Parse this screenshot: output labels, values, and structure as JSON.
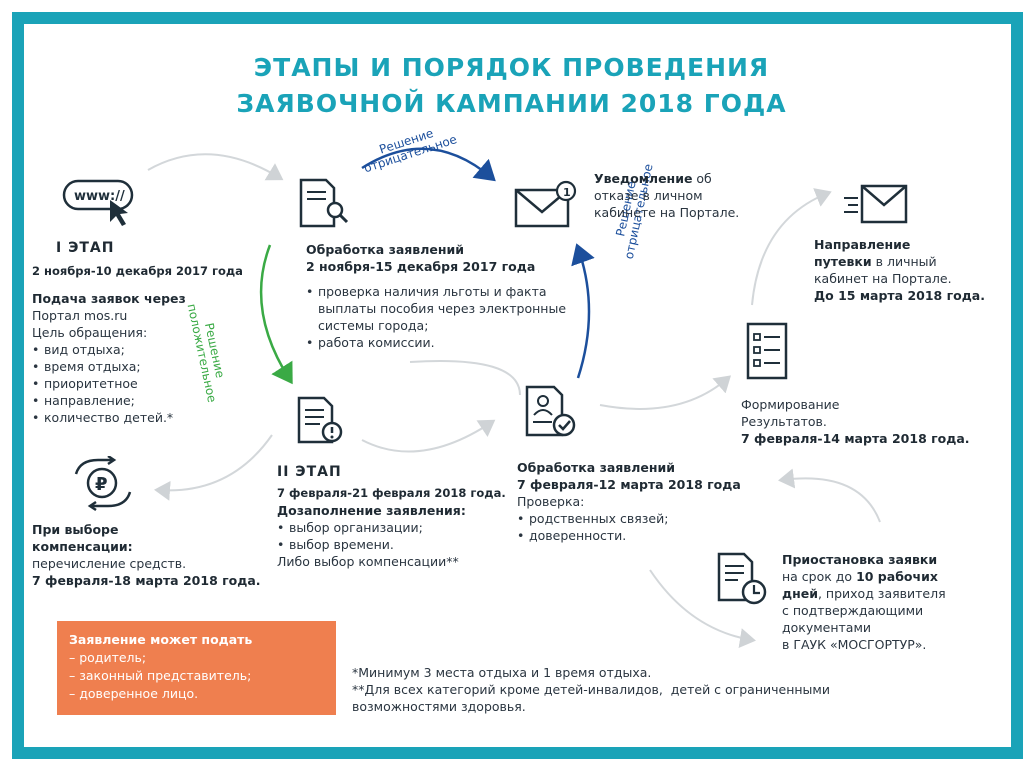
{
  "title": {
    "line1": "ЭТАПЫ И ПОРЯДОК ПРОВЕДЕНИЯ",
    "line2": "ЗАЯВОЧНОЙ КАМПАНИИ 2018 ГОДА"
  },
  "stage1": {
    "icon_text": "www://",
    "heading": "I ЭТАП",
    "dates": "2 ноября-10 декабря 2017 года",
    "submit_bold": "Подача заявок через",
    "submit_text": "Портал mos.ru",
    "purpose": "Цель обращения:",
    "items": [
      "вид отдыха;",
      "время отдыха;",
      "приоритетное",
      "направление;",
      "количество детей.*"
    ]
  },
  "compensation": {
    "bold": "При выборе компенсации:",
    "text": "перечисление средств.",
    "dates": "7 февраля-18 марта 2018 года."
  },
  "processing1": {
    "title": "Обработка заявлений",
    "dates": "2 ноября-15 декабря 2017 года",
    "items": [
      "проверка наличия льготы и факта выплаты пособия через электронные системы города;",
      "работа комиссии."
    ]
  },
  "notify_refusal": {
    "bold": "Уведомление",
    "text1": " об",
    "text2": "отказе в личном",
    "text3": "кабинете на Портале."
  },
  "voucher": {
    "bold1": "Направление",
    "bold2": "путевки",
    "text1": " в личный",
    "text2": "кабинет на Портале.",
    "dates": "До 15 марта 2018 года."
  },
  "results": {
    "line1": "Формирование",
    "line2": "Результатов.",
    "dates": "7 февраля-14 марта 2018 года."
  },
  "stage2": {
    "heading": "II ЭТАП",
    "dates": "7 февраля-21 февраля 2018 года.",
    "bold": "Дозаполнение заявления:",
    "items": [
      "выбор организации;",
      "выбор времени."
    ],
    "alt": "Либо выбор компенсации**"
  },
  "processing2": {
    "title": "Обработка заявлений",
    "dates": "7 февраля-12 марта 2018 года",
    "check": "Проверка:",
    "items": [
      "родственных связей;",
      "доверенности."
    ]
  },
  "suspension": {
    "bold1": "Приостановка заявки",
    "text1": "на срок до ",
    "bold2": "10 рабочих",
    "bold3": "дней",
    "text2": ", приход заявителя",
    "text3": "с подтверждающими",
    "text4": "документами",
    "text5": "в ГАУК «МОСГОРТУР»."
  },
  "decisions": {
    "negative_top": [
      "Решение",
      "отрицательное"
    ],
    "positive": [
      "Решение",
      "положительное"
    ],
    "negative_right": [
      "Решение",
      "отрицательное"
    ]
  },
  "applicant_box": {
    "title": "Заявление может подать",
    "items": [
      "– родитель;",
      "– законный представитель;",
      "– доверенное лицо."
    ]
  },
  "footnotes": {
    "f1": "*Минимум 3 места отдыха и 1 время отдыха.",
    "f2a": "**Для всех категорий кроме детей-инвалидов,  детей с ограниченными",
    "f2b": "возможностями здоровья."
  },
  "colors": {
    "frame": "#1aa3b8",
    "title": "#1aa3b8",
    "positive_arrow": "#3aaa45",
    "negative_arrow": "#1c4f9c",
    "orange_box": "#ef7f4f",
    "flow_arrow": "#cfd3d6"
  }
}
